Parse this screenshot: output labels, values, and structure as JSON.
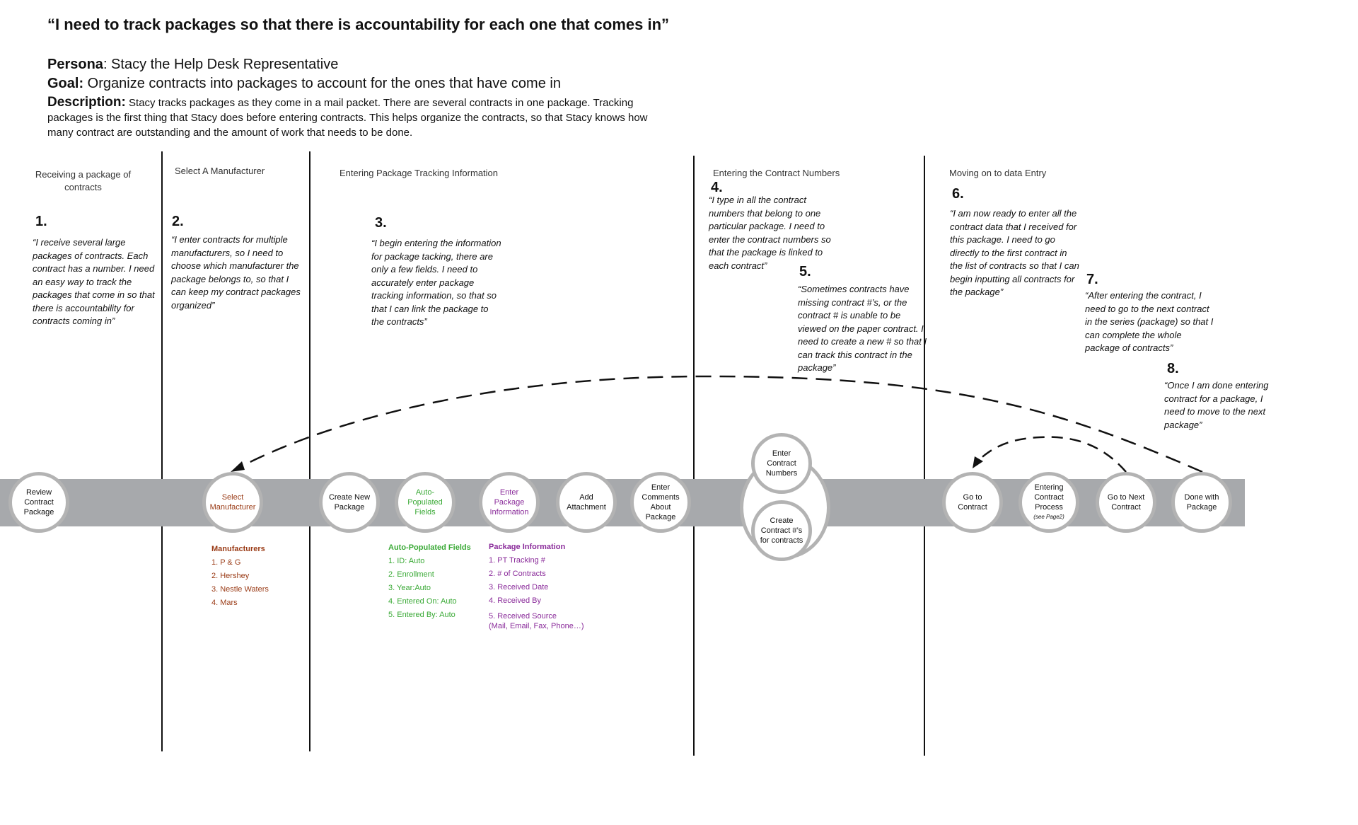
{
  "header": {
    "quote": "“I need to track packages so that there is accountability for each one that comes in”",
    "persona_label": "Persona",
    "persona_value": ": Stacy the Help Desk Representative",
    "goal_label": "Goal:",
    "goal_value": " Organize contracts into packages to account for the ones that have come in",
    "description_label": "Description:",
    "description_value": " Stacy tracks packages as they come in a mail packet. There are several contracts in one package. Tracking packages is the first thing that Stacy does before entering contracts. This helps organize the contracts, so that Stacy knows how many contract are outstanding and the amount of work that needs to be done."
  },
  "phases": [
    "Receiving a package of contracts",
    "Select A Manufacturer",
    "Entering Package Tracking Information",
    "Entering the Contract Numbers",
    "Moving on to data Entry"
  ],
  "steps": [
    {
      "num": "1.",
      "text": "“I receive several large packages of contracts. Each contract has a  number. I need an easy way to track the packages that come in so that there is accountability for contracts coming in”"
    },
    {
      "num": "2.",
      "text": "“I enter contracts for multiple manufacturers, so I need to choose which manufacturer the package belongs to, so that I can keep my contract packages organized”"
    },
    {
      "num": "3.",
      "text": "“I begin entering the information for package tacking, there are only a few fields. I need to accurately enter package tracking information, so that so that I can link the package to the contracts”"
    },
    {
      "num": "4.",
      "text": "“I type in all the contract numbers that belong to one particular package. I need to enter the contract numbers so that the package is linked to each contract”"
    },
    {
      "num": "5.",
      "text": "“Sometimes contracts have missing contract #’s, or the contract # is unable to be viewed on the paper contract. I need to create a new # so that I  can track this contract in the package”"
    },
    {
      "num": "6.",
      "text": "“I am now ready to enter all the contract data that I received for this package. I need to go directly to the first contract in the list of contracts so that I can begin inputting all contracts for the package”"
    },
    {
      "num": "7.",
      "text": "“After entering the contract, I need to go to the next contract in the series (package) so that I can complete the whole package of contracts”"
    },
    {
      "num": "8.",
      "text": "“Once I am done entering contract for a package, I need to move to the next package”"
    }
  ],
  "nodes": {
    "review": "Review Contract Package",
    "select": "Select Manufacturer",
    "create_package": "Create New Package",
    "auto_populated": "Auto-Populated Fields",
    "enter_package": "Enter Package Information",
    "add_attachment": "Add Attachment",
    "enter_comments": "Enter Comments About Package",
    "enter_contract_numbers": "Enter Contract Numbers",
    "create_contract_nums": "Create Contract #’s for contracts",
    "go_to_contract": "Go to Contract",
    "entering_process": "Entering Contract Process",
    "entering_process_note": "(see Page2)",
    "go_to_next": "Go to Next Contract",
    "done": "Done with Package"
  },
  "lists": {
    "manufacturers": {
      "title": "Manufacturers",
      "items": [
        "1. P & G",
        "2. Hershey",
        "3. Nestle Waters",
        "4. Mars"
      ]
    },
    "auto_fields": {
      "title": "Auto-Populated Fields",
      "items": [
        "1. ID: Auto",
        "2. Enrollment",
        "3. Year:Auto",
        "4. Entered On: Auto",
        "5. Entered By: Auto"
      ]
    },
    "package_info": {
      "title": "Package Information",
      "items": [
        "1. PT Tracking #",
        "2. # of Contracts",
        "3. Received Date",
        "4. Received By",
        "5. Received Source"
      ],
      "note": "(Mail, Email, Fax, Phone…)"
    }
  },
  "colors": {
    "band": "#a7a9ac",
    "node_border": "#b3b3b3",
    "manufacturers": "#9a3b16",
    "auto_fields": "#39a935",
    "package_info": "#8a2b9a"
  }
}
